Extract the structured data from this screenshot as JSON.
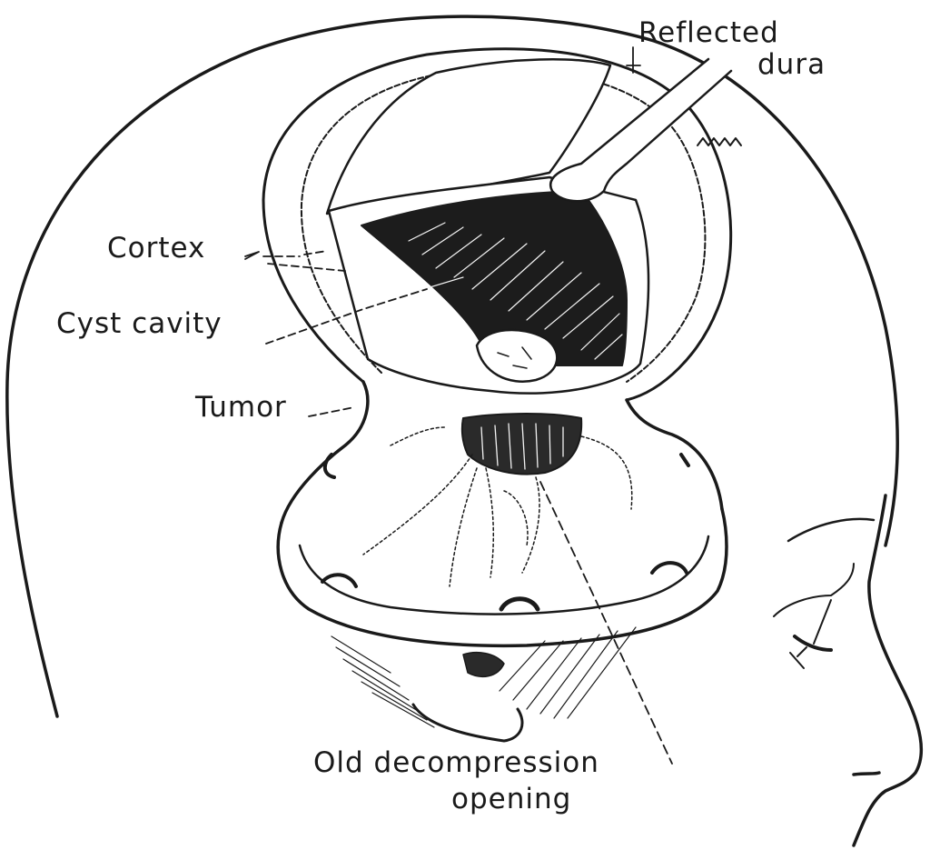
{
  "figure": {
    "subject": "Surgical exposure of cerebellar cyst with tumor, lateral view of head",
    "colors": {
      "ink": "#1a1a1a",
      "background": "#ffffff",
      "cavity": "#1c1c1c"
    }
  },
  "labels": {
    "reflected_dura_line1": "Reflected",
    "reflected_dura_line2": "dura",
    "cortex": "Cortex",
    "cyst_cavity": "Cyst cavity",
    "tumor": "Tumor",
    "old_decompression_line1": "Old decompression",
    "old_decompression_line2": "opening"
  }
}
